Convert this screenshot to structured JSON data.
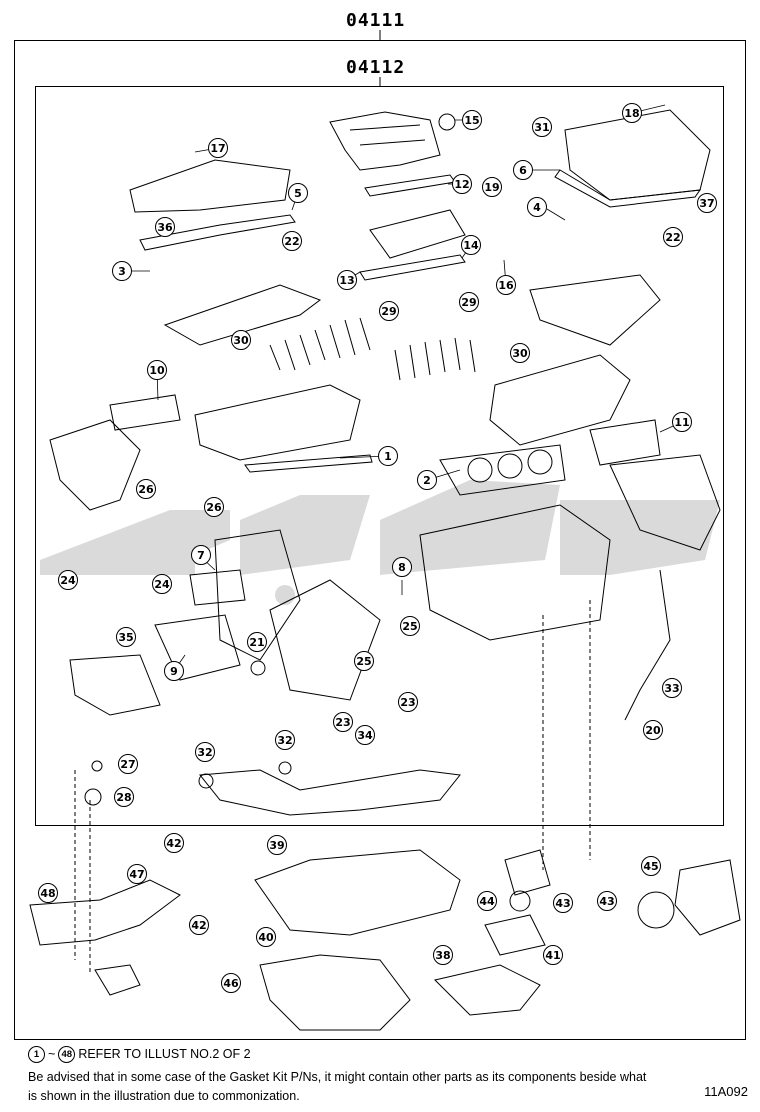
{
  "kit_codes": {
    "outer": "04111",
    "inner": "04112"
  },
  "callouts": [
    "1",
    "2",
    "3",
    "4",
    "5",
    "6",
    "7",
    "8",
    "9",
    "10",
    "11",
    "12",
    "13",
    "14",
    "15",
    "16",
    "17",
    "18",
    "19",
    "20",
    "21",
    "22",
    "22",
    "23",
    "23",
    "24",
    "24",
    "25",
    "25",
    "26",
    "26",
    "27",
    "28",
    "29",
    "29",
    "30",
    "30",
    "31",
    "32",
    "32",
    "33",
    "34",
    "35",
    "36",
    "37",
    "38",
    "39",
    "40",
    "41",
    "42",
    "42",
    "43",
    "43",
    "44",
    "45",
    "46",
    "47",
    "48"
  ],
  "notes": {
    "ref_from": "1",
    "ref_tilde": "~",
    "ref_to": "48",
    "ref_text": "REFER TO ILLUST NO.2 OF 2",
    "advise": "Be advised that in some case of the Gasket Kit P/Ns,  it might contain other parts as its components beside what is shown in the illustration due to commonization."
  },
  "illustration_id": "11A092",
  "watermark": {
    "color": "#d6d6d6"
  }
}
